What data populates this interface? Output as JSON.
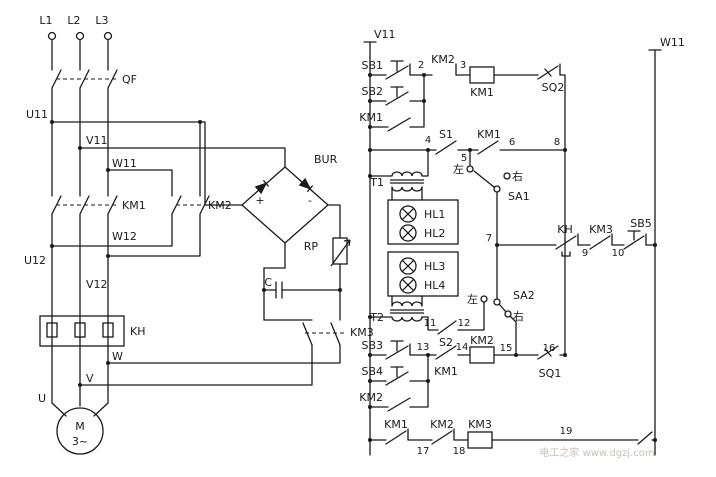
{
  "watermark": "电工之家 www.dgzj.com",
  "labels": {
    "l1": "L1",
    "l2": "L2",
    "l3": "L3",
    "qf": "QF",
    "u11": "U11",
    "v11": "V11",
    "w11": "W11",
    "km1_main": "KM1",
    "km2_main": "KM2",
    "w12": "W12",
    "u12": "U12",
    "v12": "V12",
    "kh_main": "KH",
    "u": "U",
    "v": "V",
    "w": "W",
    "motor": "M",
    "motor_phase": "3~",
    "bur": "BUR",
    "dc_plus": "+",
    "dc_minus": "-",
    "rp": "RP",
    "c": "C",
    "km3_main": "KM3",
    "v11_rail": "V11",
    "w11_rail": "W11",
    "sb1": "SB1",
    "sb2": "SB2",
    "km1_hold": "KM1",
    "n2": "2",
    "km2_interlock": "KM2",
    "n3": "3",
    "km1_coil": "KM1",
    "sq2": "SQ2",
    "n4": "4",
    "s1": "S1",
    "n5": "5",
    "km1_aux": "KM1",
    "n6": "6",
    "n8": "8",
    "t1": "T1",
    "hl1": "HL1",
    "hl2": "HL2",
    "sa1_left": "左",
    "sa1_right": "右",
    "sa1": "SA1",
    "n7": "7",
    "kh_contact": "KH",
    "n9": "9",
    "km3_interlock": "KM3",
    "n10": "10",
    "sb5": "SB5",
    "hl3": "HL3",
    "hl4": "HL4",
    "t2": "T2",
    "sa2_left": "左",
    "sa2": "SA2",
    "sa2_right": "右",
    "n11": "11",
    "s2": "S2",
    "n12": "12",
    "sb3": "SB3",
    "n13": "13",
    "km1_run": "KM1",
    "n14": "14",
    "km2_coil": "KM2",
    "n15": "15",
    "n16": "16",
    "sq1": "SQ1",
    "sb4": "SB4",
    "km2_hold": "KM2",
    "km1_nc": "KM1",
    "n17": "17",
    "km2_nc": "KM2",
    "n18": "18",
    "km3_coil": "KM3",
    "n19": "19"
  }
}
